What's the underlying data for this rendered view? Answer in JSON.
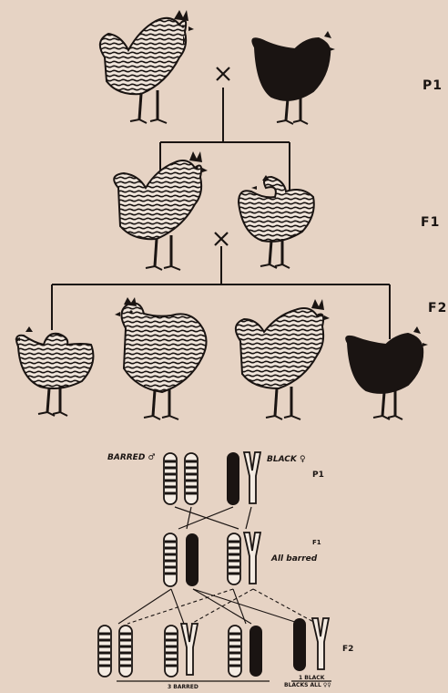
{
  "generations": {
    "p1": "P1",
    "f1": "F1",
    "f2": "F2"
  },
  "cross_symbol": "×",
  "chromosome_diagram": {
    "p1_label": "P1",
    "f1_label": "F1",
    "f2_label": "F2",
    "barred_male": "BARRED ♂",
    "black_female": "BLACK ♀",
    "all_barred": "All barred",
    "three_barred": "3 BARRED",
    "one_black": "1 BLACK",
    "blacks_all_females": "BLACKS ALL ♀♀"
  },
  "colors": {
    "paper": "#e6d3c4",
    "ink": "#1a1412"
  }
}
